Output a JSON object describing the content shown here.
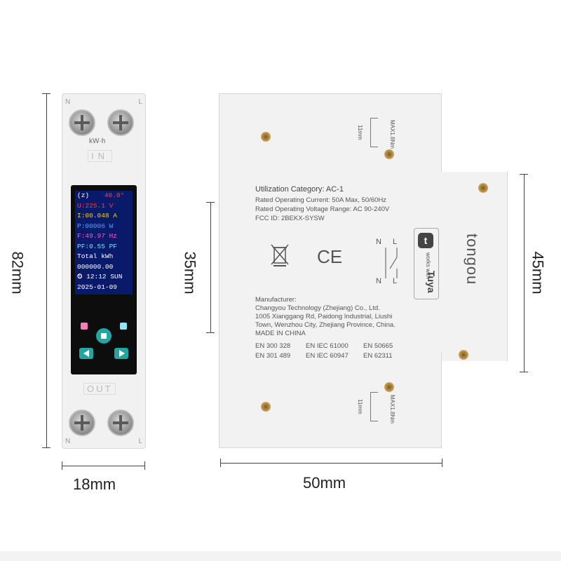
{
  "dimensions": {
    "height_left": "82mm",
    "width_left": "18mm",
    "height_mid": "35mm",
    "height_right": "45mm",
    "width_right": "50mm"
  },
  "left_device": {
    "top_label_n": "N",
    "top_label_l": "L",
    "unit_label": "kW·h",
    "in_label": "IN",
    "out_label": "OUT",
    "bottom_label_n": "N",
    "bottom_label_l": "L",
    "display": {
      "signal": "(z)",
      "temperature": "40.0°",
      "voltage": "U:225.1  V",
      "current": "I:00.048 A",
      "power": "P:00006  W",
      "frequency": "F:49.97 Hz",
      "power_factor": "PF:0.55 PF",
      "total_label": "Total kWh",
      "total_value": "000000.00",
      "time": "12:12 SUN",
      "date": "2025-01-09"
    },
    "colors": {
      "screen": "#0a1a6a",
      "buttons": "#23a6a3"
    }
  },
  "right_device": {
    "spec_lines": [
      "Utilization Category: AC-1",
      "Rated Operating Current: 50A Max, 50/60Hz",
      "Rated Operating Voltage Range: AC 90-240V",
      "FCC ID: 2BEKX-SYSW"
    ],
    "manufacturer_lines": [
      "Manufacturer:",
      "Changyou Technology (Zhejiang) Co., Ltd.",
      "1005 Xianggang Rd, Paidong Industrial, Liushi",
      "Town, Wenzhou City, Zhejiang Province, China.",
      "MADE IN CHINA"
    ],
    "standards": [
      "EN 300 328",
      "EN IEC 61000",
      "EN 50665",
      "EN 301 489",
      "EN IEC 60947",
      "EN 62311"
    ],
    "torque_top": "MAX1.8Nm",
    "length_top": "11mm",
    "torque_bottom": "MAX1.8Nm",
    "length_bottom": "11mm",
    "ce_mark": "CE",
    "brand": "tongou",
    "works_with": "works with",
    "tuya": "Tuya",
    "switch_n_top": "N",
    "switch_l_top": "L",
    "switch_n_bottom": "N",
    "switch_l_bottom": "L"
  }
}
